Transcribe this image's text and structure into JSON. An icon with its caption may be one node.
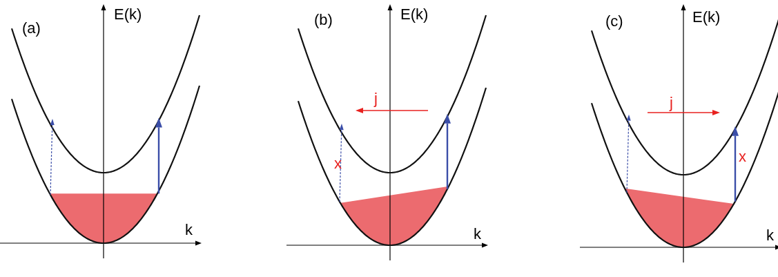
{
  "diagram": {
    "labels": [
      "(a)",
      "E(k)",
      "k",
      "(b)",
      "E(k)",
      "j",
      "x",
      "k",
      "(c)",
      "E(k)",
      "j",
      "x",
      "k"
    ]
  }
}
